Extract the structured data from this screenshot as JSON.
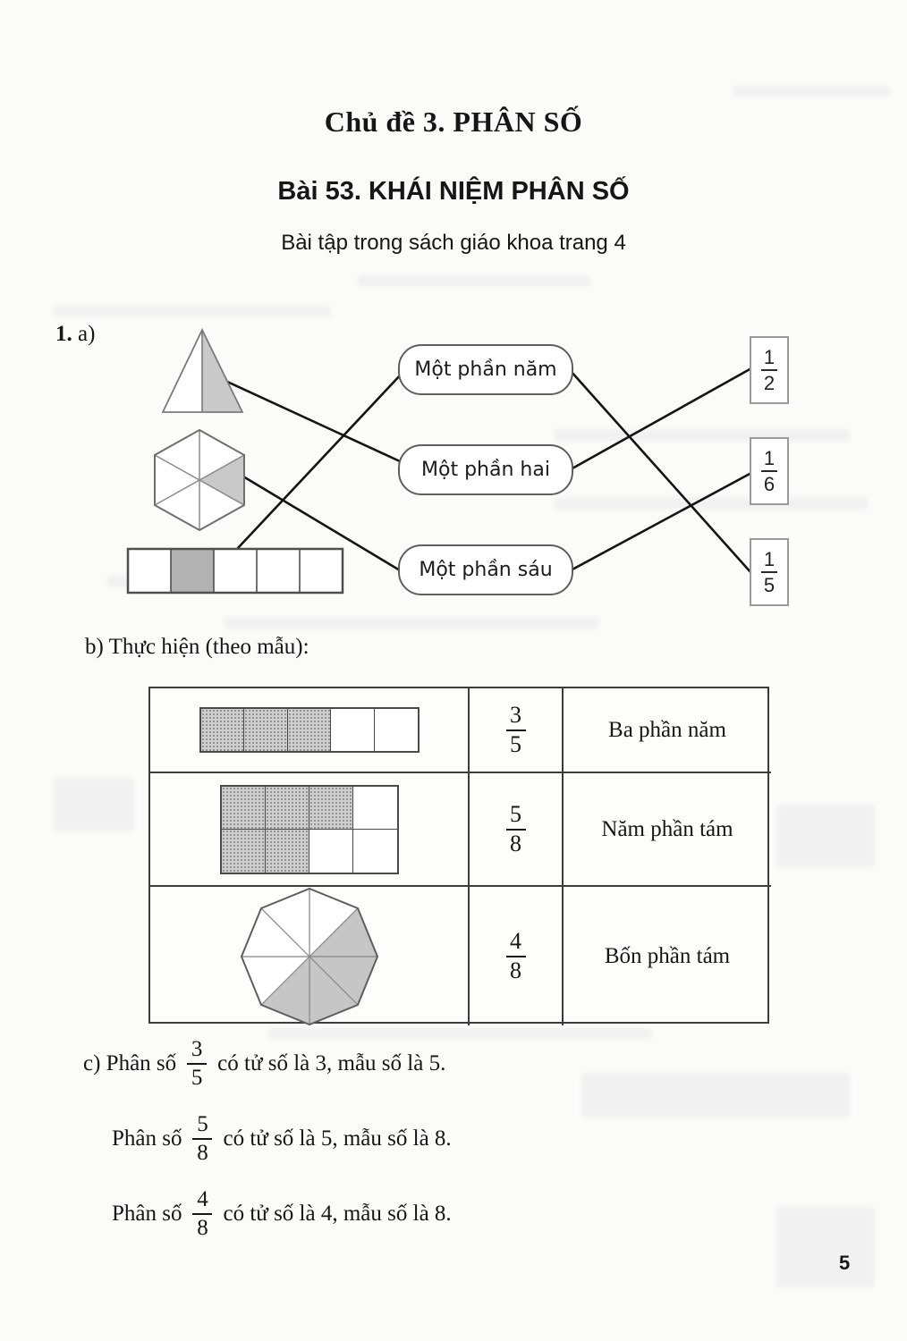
{
  "header": {
    "chapter_title": "Chủ đề 3. PHÂN SỐ",
    "lesson_title": "Bài 53. KHÁI NIỆM PHÂN SỐ",
    "subtitle": "Bài tập trong sách giáo khoa trang 4"
  },
  "exercise": {
    "number": "1.",
    "part_a": {
      "label": "a)",
      "shapes": [
        {
          "name": "triangle-two-parts-one-shaded",
          "fraction": "1/2"
        },
        {
          "name": "hexagon-six-parts-one-shaded",
          "fraction": "1/6"
        },
        {
          "name": "strip-five-parts-one-shaded",
          "fraction": "1/5"
        }
      ],
      "name_labels": [
        "Một phần năm",
        "Một phần hai",
        "Một phần sáu"
      ],
      "fraction_cards": [
        {
          "numerator": "1",
          "denominator": "2"
        },
        {
          "numerator": "1",
          "denominator": "6"
        },
        {
          "numerator": "1",
          "denominator": "5"
        }
      ],
      "connections": [
        {
          "from": "triangle-two-parts-one-shaded",
          "to": "Một phần hai"
        },
        {
          "from": "hexagon-six-parts-one-shaded",
          "to": "Một phần sáu"
        },
        {
          "from": "strip-five-parts-one-shaded",
          "to": "Một phần năm"
        },
        {
          "from": "Một phần hai",
          "to": "1/2"
        },
        {
          "from": "Một phần sáu",
          "to": "1/6"
        },
        {
          "from": "Một phần năm",
          "to": "1/5"
        }
      ]
    },
    "part_b": {
      "label": "b) Thực hiện (theo mẫu):",
      "rows": [
        {
          "shape": "strip of 5 equal parts, 3 shaded",
          "fraction": {
            "numerator": "3",
            "denominator": "5"
          },
          "reading": "Ba phần năm"
        },
        {
          "shape": "rectangle of 8 equal parts, 5 shaded",
          "fraction": {
            "numerator": "5",
            "denominator": "8"
          },
          "reading": "Năm phần tám"
        },
        {
          "shape": "octagon of 8 equal parts, 4 shaded",
          "fraction": {
            "numerator": "4",
            "denominator": "8"
          },
          "reading": "Bốn phần tám"
        }
      ]
    },
    "part_c": {
      "lines": [
        {
          "prefix": "c) Phân số",
          "fraction": {
            "numerator": "3",
            "denominator": "5"
          },
          "suffix": "có tử số là 3, mẫu số là 5."
        },
        {
          "prefix": "Phân số",
          "fraction": {
            "numerator": "5",
            "denominator": "8"
          },
          "suffix": "có tử số là 5, mẫu số là 8."
        },
        {
          "prefix": "Phân số",
          "fraction": {
            "numerator": "4",
            "denominator": "8"
          },
          "suffix": "có tử số là 4, mẫu số là 8."
        }
      ]
    }
  },
  "page_number": "5",
  "colors": {
    "shade_light": "#c9c9c9",
    "shade_dark": "#b2b2b2",
    "connector_line": "#141414",
    "table_border": "#3c3c3c"
  }
}
